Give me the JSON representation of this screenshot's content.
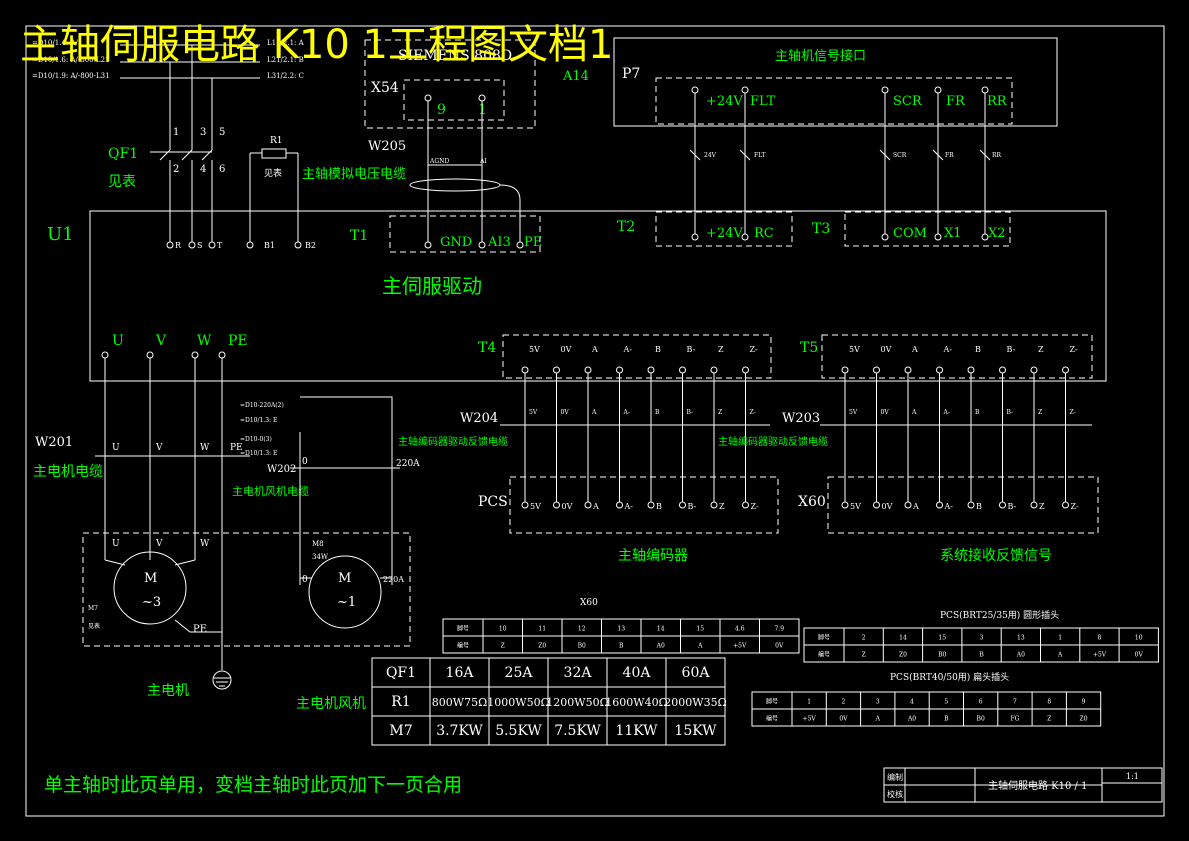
{
  "title": "主轴伺服电路 K10 1工程图文档1",
  "top_left": {
    "line1": "=D10/1.4: A/",
    "line2": "=D10/1.6: A/-800-L21",
    "line3": "=D10/1.9: A/-800-L31",
    "r1": "L11/2.1: A",
    "r2": "L21/2.1: B",
    "r3": "L31/2.2: C"
  },
  "qf1": {
    "name": "QF1",
    "sub": "见表",
    "pins_top": [
      "1",
      "3",
      "5"
    ],
    "pins_bot": [
      "2",
      "4",
      "6"
    ]
  },
  "r1": {
    "name": "R1",
    "sub": "见表"
  },
  "cnc": {
    "brand": "SIEMENS  808D",
    "x54": "X54",
    "pin9": "9",
    "pin1": "1",
    "a14": "A14"
  },
  "w205": {
    "name": "W205",
    "desc": "主轴模拟电压电缆",
    "agnd": "AGND",
    "ai": "AI"
  },
  "p7": {
    "name": "P7",
    "title": "主轴机信号接口",
    "pins": [
      "+24V",
      "FLT",
      "SCR",
      "FR",
      "RR"
    ],
    "small": [
      "24V",
      "FLT",
      "SCR",
      "FR",
      "RR"
    ]
  },
  "u1": {
    "name": "U1",
    "title": "主伺服驱动",
    "rst": [
      "R",
      "S",
      "T"
    ],
    "b": [
      "B1",
      "B2"
    ],
    "t1": "T1",
    "t1_pins": [
      "GND",
      "AI3",
      "PE"
    ],
    "t2": "T2",
    "t2_pins": [
      "+24V",
      "RC"
    ],
    "t3": "T3",
    "t3_pins": [
      "COM",
      "X1",
      "X2"
    ],
    "uvw": [
      "U",
      "V",
      "W",
      "PE"
    ]
  },
  "encoder_pins": [
    "5V",
    "0V",
    "A",
    "A-",
    "B",
    "B-",
    "Z",
    "Z-"
  ],
  "t4": "T4",
  "t5": "T5",
  "w204": {
    "name": "W204",
    "desc": "主轴编码器驱动反馈电缆"
  },
  "w203": {
    "name": "W203",
    "desc": "主轴编码器驱动反馈电缆"
  },
  "pcs": {
    "name": "PCS",
    "desc": "主轴编码器"
  },
  "x60": {
    "name": "X60",
    "desc": "系统接收反馈信号"
  },
  "w201": {
    "name": "W201",
    "desc": "主电机电缆",
    "pins": [
      "U",
      "V",
      "W",
      "PE"
    ]
  },
  "w202": {
    "name": "W202",
    "desc": "主电机风机电缆",
    "ref1": "=D10-220A(2)",
    "ref2": "=D10/1.3: E",
    "ref3": "=D10-0(3)",
    "ref4": "=D10/1.3: E",
    "o": "0",
    "a220": "220A"
  },
  "motor": {
    "label": "M",
    "phase": "~3",
    "uvw": [
      "U",
      "V",
      "W"
    ],
    "m7": "M7",
    "m7sub": "见表",
    "pe": "PE",
    "name": "主电机"
  },
  "fan": {
    "label": "M",
    "phase": "~1",
    "m8": "M8",
    "v": "34W",
    "o": "0",
    "a220": "220A",
    "name": "主电机风机"
  },
  "x60_table": {
    "title": "X60",
    "row1": [
      "脚号",
      "10",
      "11",
      "12",
      "13",
      "14",
      "15",
      "4.6",
      "7.9"
    ],
    "row2": [
      "编号",
      "Z",
      "Z0",
      "B0",
      "B",
      "A0",
      "A",
      "+5V",
      "0V"
    ]
  },
  "pcs_round": {
    "title": "PCS(BRT25/35用) 圆形插头",
    "row1": [
      "脚号",
      "2",
      "14",
      "15",
      "3",
      "13",
      "1",
      "8",
      "10"
    ],
    "row2": [
      "编号",
      "Z",
      "Z0",
      "B0",
      "B",
      "A0",
      "A",
      "+5V",
      "0V"
    ]
  },
  "pcs_flat": {
    "title": "PCS(BRT40/50用) 扁头插头",
    "row1": [
      "脚号",
      "1",
      "2",
      "3",
      "4",
      "5",
      "6",
      "7",
      "8",
      "9"
    ],
    "row2": [
      "编号",
      "+5V",
      "0V",
      "A",
      "A0",
      "B",
      "B0",
      "FG",
      "Z",
      "Z0"
    ]
  },
  "spec_table": {
    "header": [
      "QF1",
      "16A",
      "25A",
      "32A",
      "40A",
      "60A"
    ],
    "r1": [
      "R1",
      "800W75Ω",
      "1000W50Ω",
      "1200W50Ω",
      "1600W40Ω",
      "2000W35Ω"
    ],
    "m7": [
      "M7",
      "3.7KW",
      "5.5KW",
      "7.5KW",
      "11KW",
      "15KW"
    ]
  },
  "note": "单主轴时此页单用，变档主轴时此页加下一页合用",
  "title_block": {
    "r1": "编制",
    "r2": "校核",
    "name": "主轴伺服电路 K10 / 1",
    "scale": "1:1"
  }
}
